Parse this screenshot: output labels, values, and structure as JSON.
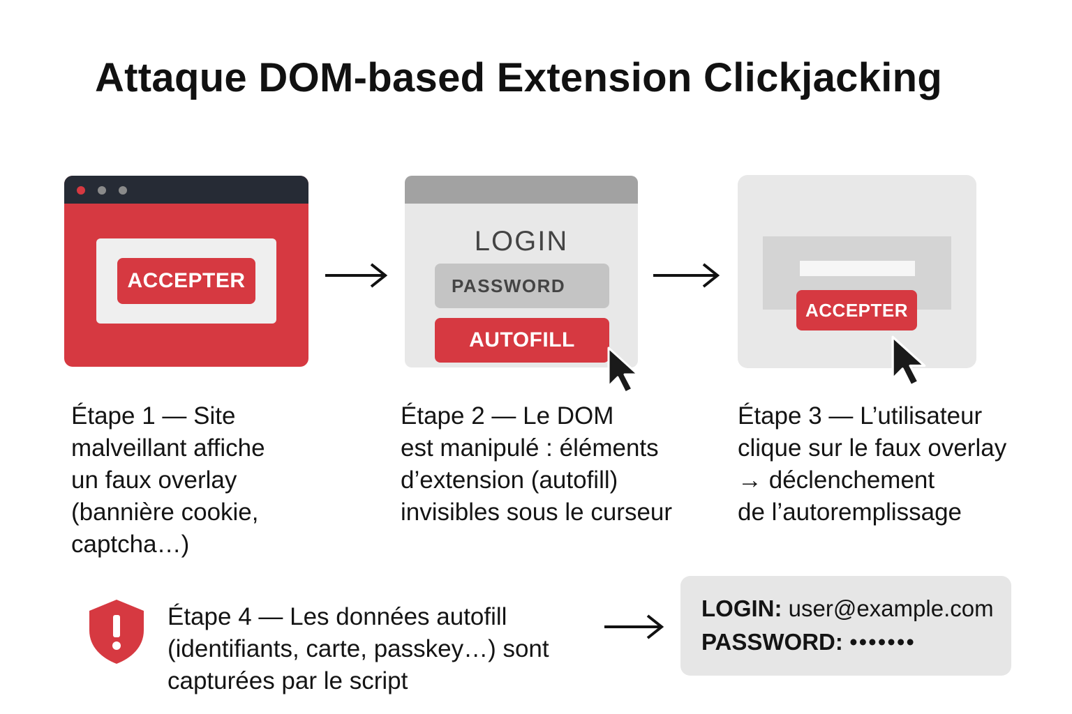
{
  "title": "Attaque DOM-based Extension Clickjacking",
  "panel1": {
    "window_dots": [
      "#d63941",
      "#8a8a8a",
      "#8a8a8a"
    ],
    "button_label": "ACCEPTER"
  },
  "panel2": {
    "login_label": "LOGIN",
    "password_field": "PASSWORD",
    "button_label": "AUTOFILL"
  },
  "panel3": {
    "button_label": "ACCEPTER"
  },
  "steps": {
    "step1": "  Étape 1 — Site\nmalveillant affiche\nun faux overlay\n(bannière cookie,\ncaptcha…)",
    "step2": "Étape 2 — Le DOM\nest manipulé : éléments\nd’extension (autofill)\ninvisibles sous le curseur",
    "step3": "Étape 3 — L’utilisateur\nclique sur le faux overlay\n→ déclenchement\nde l’autoremplissage",
    "step4": "Étape 4 — Les données autofill\n(identifiants, carte, passkey…) sont\ncapturées par le script"
  },
  "result": {
    "login_key": "LOGIN:",
    "login_value": "user@example.com",
    "password_key": "PASSWORD:",
    "password_value": "•••••••"
  },
  "icons": [
    "arrow-right-icon",
    "cursor-icon",
    "shield-alert-icon"
  ],
  "colors": {
    "accent_red": "#d63941",
    "dark_bar": "#262b35",
    "panel_gray": "#e8e8e8"
  }
}
